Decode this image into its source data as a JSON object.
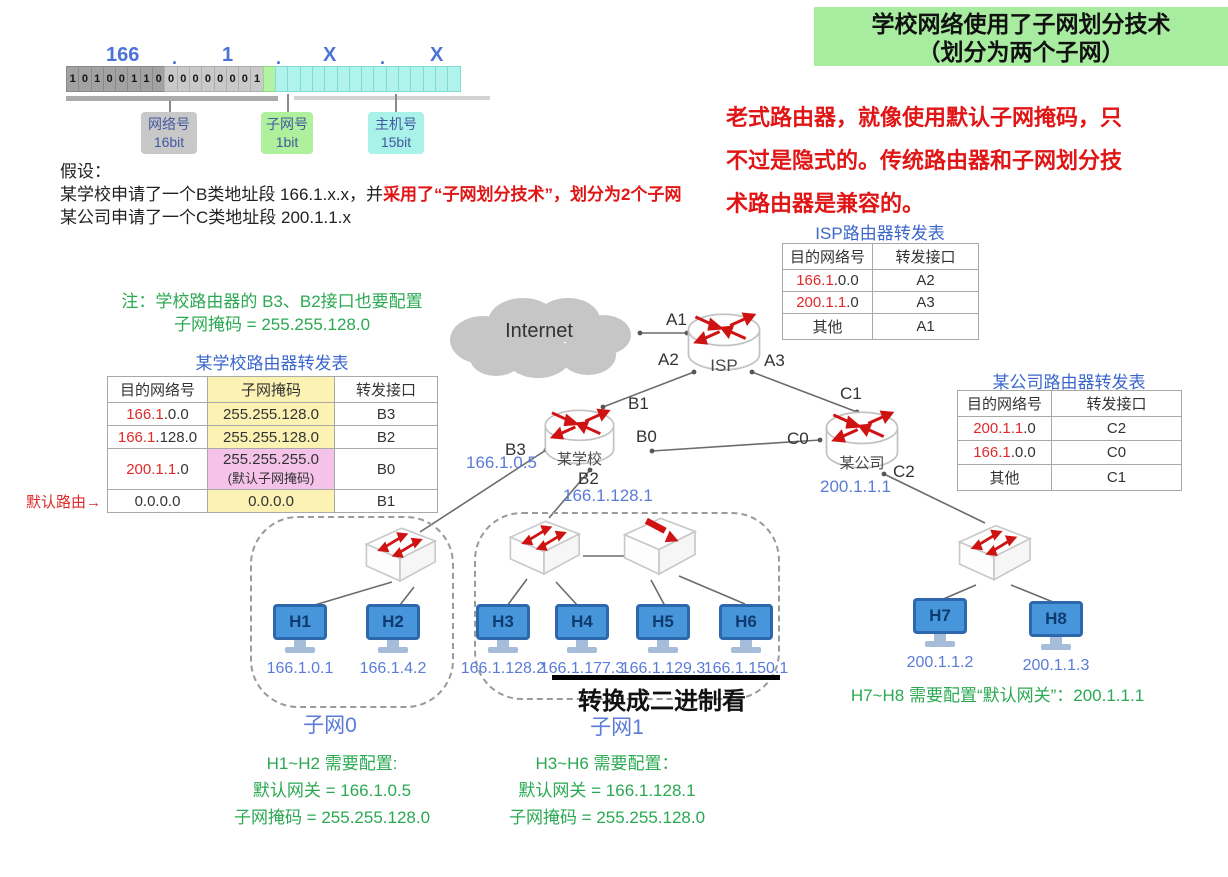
{
  "title_box": {
    "line1": "学校网络使用了子网划分技术",
    "line2": "（划分为两个子网）"
  },
  "red_note": {
    "line1": "老式路由器，就像使用默认子网掩码，只",
    "line2": "不过是隐式的。传统路由器和子网划分技",
    "line3": "术路由器是兼容的。"
  },
  "bit_diagram": {
    "octets": [
      "166",
      "1",
      "X",
      "X"
    ],
    "network_bits": "1010011000000001",
    "host_bit_count": 15,
    "labels": {
      "network": {
        "title": "网络号",
        "bits": "16bit"
      },
      "subnet": {
        "title": "子网号",
        "bits": "1bit"
      },
      "host": {
        "title": "主机号",
        "bits": "15bit"
      }
    }
  },
  "assumption": {
    "line1": "假设：",
    "line2_black": "某学校申请了一个B类地址段 166.1.x.x，并",
    "line2_red": "采用了“子网划分技术”，划分为2个子网",
    "line3": "某公司申请了一个C类地址段 200.1.1.x"
  },
  "isp_table": {
    "title": "ISP路由器转发表",
    "headers": [
      "目的网络号",
      "转发接口"
    ],
    "rows": [
      {
        "dest_red": "166.1",
        "dest_rest": ".0.0",
        "port": "A2"
      },
      {
        "dest_red": "200.1.1",
        "dest_rest": ".0",
        "port": "A3"
      },
      {
        "dest_red": "",
        "dest_rest": "其他",
        "port": "A1"
      }
    ]
  },
  "school_note": {
    "line1": "注：学校路由器的 B3、B2接口也要配置",
    "line2": "子网掩码 = 255.255.128.0"
  },
  "school_table": {
    "title": "某学校路由器转发表",
    "headers": [
      "目的网络号",
      "子网掩码",
      "转发接口"
    ],
    "rows": [
      {
        "dest_red": "166.1",
        "dest_rest": ".0.0",
        "mask": "255.255.128.0",
        "mask_bg": "yellow",
        "port": "B3"
      },
      {
        "dest_red": "166.1",
        "dest_rest": ".128.0",
        "mask": "255.255.128.0",
        "mask_bg": "yellow",
        "port": "B2"
      },
      {
        "dest_red": "200.1.1",
        "dest_rest": ".0",
        "mask": "255.255.255.0",
        "mask_sub": "(默认子网掩码)",
        "mask_bg": "pink",
        "port": "B0"
      },
      {
        "dest_red": "",
        "dest_rest": "0.0.0.0",
        "mask": "0.0.0.0",
        "mask_bg": "yellow",
        "port": "B1"
      }
    ],
    "default_route_label": "默认路由→"
  },
  "company_table": {
    "title": "某公司路由器转发表",
    "headers": [
      "目的网络号",
      "转发接口"
    ],
    "rows": [
      {
        "dest_red": "200.1.1",
        "dest_rest": ".0",
        "port": "C2"
      },
      {
        "dest_red": "166.1",
        "dest_rest": ".0.0",
        "port": "C0"
      },
      {
        "dest_red": "",
        "dest_rest": "其他",
        "port": "C1"
      }
    ]
  },
  "network": {
    "internet_label": "Internet",
    "routers": {
      "isp": {
        "name": "ISP"
      },
      "school": {
        "name": "某学校",
        "b3_ip": "166.1.0.5",
        "b2_ip": "166.1.128.1"
      },
      "company": {
        "name": "某公司",
        "ip": "200.1.1.1"
      }
    },
    "ifaces": {
      "a1": "A1",
      "a2": "A2",
      "a3": "A3",
      "b0": "B0",
      "b1": "B1",
      "b2": "B2",
      "b3": "B3",
      "c0": "C0",
      "c1": "C1",
      "c2": "C2"
    },
    "hosts": [
      {
        "label": "H1",
        "ip": "166.1.0.1"
      },
      {
        "label": "H2",
        "ip": "166.1.4.2"
      },
      {
        "label": "H3",
        "ip": "166.1.128.2"
      },
      {
        "label": "H4",
        "ip": "166.1.177.3"
      },
      {
        "label": "H5",
        "ip": "166.1.129.3"
      },
      {
        "label": "H6",
        "ip": "166.1.150.1"
      },
      {
        "label": "H7",
        "ip": "200.1.1.2"
      },
      {
        "label": "H8",
        "ip": "200.1.1.3"
      }
    ],
    "subnet0_label": "子网0",
    "subnet1_label": "子网1"
  },
  "binary_note": "转换成二进制看",
  "h78_note": "H7~H8 需要配置“默认网关”：200.1.1.1",
  "config_blocks": {
    "left": {
      "line1": "H1~H2 需要配置:",
      "line2": "默认网关 = 166.1.0.5",
      "line3": "子网掩码 = 255.255.128.0"
    },
    "right": {
      "line1": "H3~H6 需要配置：",
      "line2": "默认网关 = 166.1.128.1",
      "line3": "子网掩码 = 255.255.128.0"
    }
  },
  "colors": {
    "highlight_green_bg": "#a7ec9f",
    "red_text": "#e01515",
    "blue_ip_label": "#5a7bd8",
    "table_title_blue": "#3b66cc",
    "green_text": "#2aa952",
    "yellow_cell": "#fbf2b4",
    "pink_cell": "#f5c3ea",
    "cyan_cell": "#aff3ec",
    "subnet_bit_green": "#b5f1a3"
  }
}
